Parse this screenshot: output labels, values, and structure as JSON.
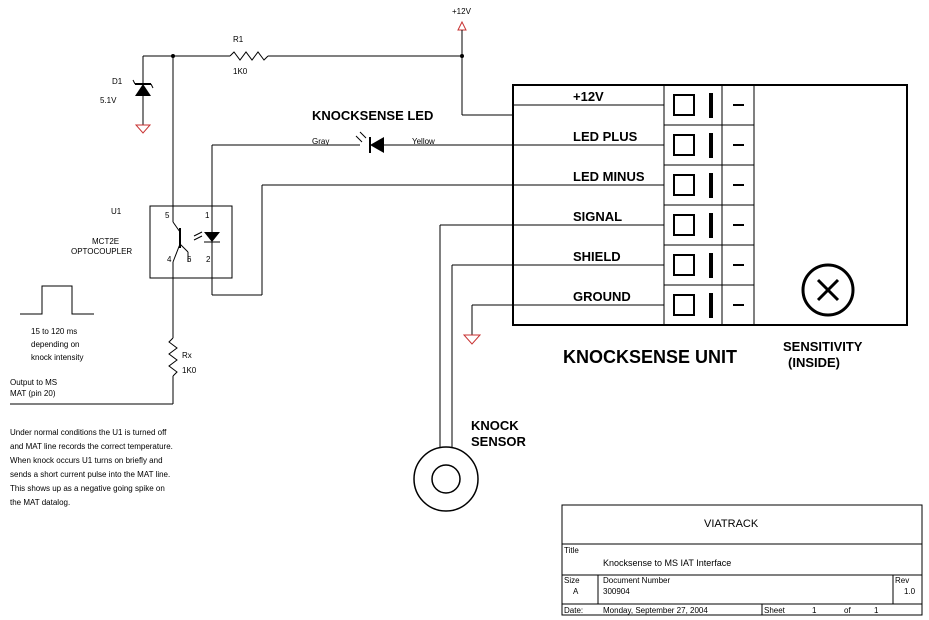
{
  "labels": {
    "supply": "+12V",
    "r1_name": "R1",
    "r1_value": "1K0",
    "d1_name": "D1",
    "d1_value": "5.1V",
    "u1_name": "U1",
    "u1_part": "MCT2E",
    "u1_type": "OPTOCOUPLER",
    "pin5": "5",
    "pin1": "1",
    "pin4": "4",
    "pin6": "6",
    "pin2": "2",
    "led_title": "KNOCKSENSE LED",
    "wire_gray": "Gray",
    "wire_yellow": "Yellow",
    "pulse_line1": "15 to 120 ms",
    "pulse_line2": "depending on",
    "pulse_line3": "knock intensity",
    "rx_name": "Rx",
    "rx_value": "1K0",
    "output_line1": "Output to MS",
    "output_line2": "MAT (pin 20)",
    "unit_title": "KNOCKSENSE UNIT",
    "sensitivity_line1": "SENSITIVITY",
    "sensitivity_line2": "(INSIDE)",
    "sensor_line1": "KNOCK",
    "sensor_line2": "SENSOR"
  },
  "terminals": [
    "+12V",
    "LED PLUS",
    "LED MINUS",
    "SIGNAL",
    "SHIELD",
    "GROUND"
  ],
  "notes": [
    "Under normal conditions the U1 is turned off",
    "and MAT line records the correct temperature.",
    "When knock occurs U1 turns on briefly and",
    "sends a short current pulse into the MAT line.",
    "This shows up as a negative going spike on",
    "the MAT datalog."
  ],
  "title_block": {
    "company": "VIATRACK",
    "title_label": "Title",
    "title_value": "Knocksense to MS IAT Interface",
    "size_label": "Size",
    "size_value": "A",
    "docnum_label": "Document Number",
    "docnum_value": "300904",
    "rev_label": "Rev",
    "rev_value": "1.0",
    "date_label": "Date:",
    "date_value": "Monday, September 27, 2004",
    "sheet_label": "Sheet",
    "sheet_num": "1",
    "of_label": "of",
    "sheet_total": "1"
  }
}
